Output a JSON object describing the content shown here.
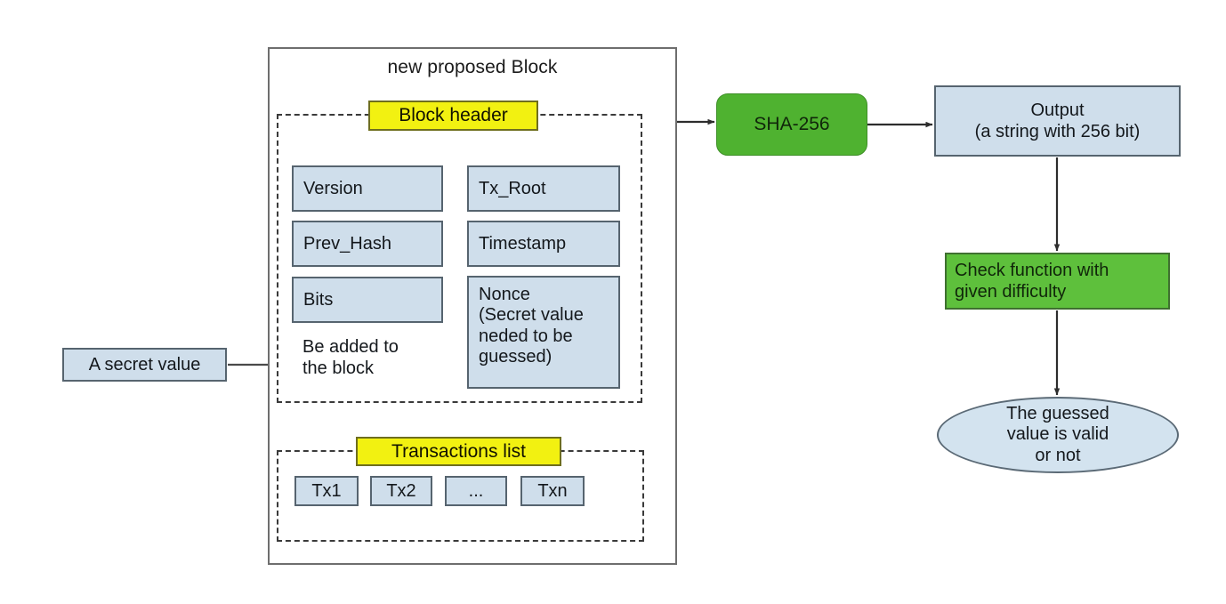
{
  "diagram": {
    "title": "Bitcoin mining / proof-of-work block diagram",
    "colors": {
      "blue_fill": "#cfdeeb",
      "blue_stroke": "#56646f",
      "yellow_fill": "#f2f111",
      "yellow_stroke": "#6e6e1e",
      "green_sha": "#4fb230",
      "green_check": "#5ec03c",
      "line": "#3a3a3a",
      "background": "#ffffff"
    }
  },
  "block": {
    "title": "new proposed Block",
    "header_label": "Block header",
    "transactions_label": "Transactions list",
    "fields": {
      "version": "Version",
      "prev_hash": "Prev_Hash",
      "bits": "Bits",
      "tx_root": "Tx_Root",
      "timestamp": "Timestamp",
      "nonce": "Nonce\n(Secret value\nneded to be\nguessed)"
    },
    "note": "Be added to\nthe block",
    "transactions": [
      {
        "label": "Tx1"
      },
      {
        "label": "Tx2"
      },
      {
        "label": "..."
      },
      {
        "label": "Txn"
      }
    ]
  },
  "inputs": {
    "secret_value": "A secret value"
  },
  "pipeline": {
    "hash_function": "SHA-256",
    "output_line1": "Output",
    "output_line2": "(a string with 256 bit)",
    "check_function": "Check function with\ngiven difficulty",
    "verdict_line1": "The guessed",
    "verdict_line2": "value is valid",
    "verdict_line3": "or not"
  }
}
